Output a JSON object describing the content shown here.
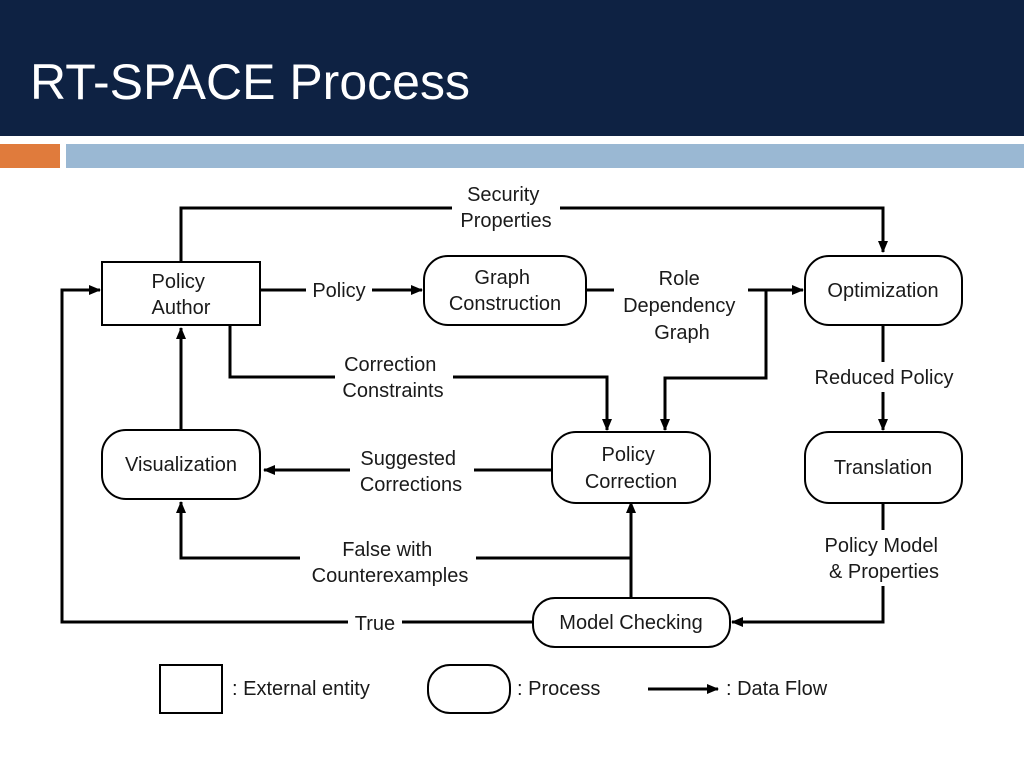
{
  "slide": {
    "title": "RT-SPACE Process",
    "colors": {
      "header": "#0e2243",
      "accent_orange": "#e07b3c",
      "accent_blue": "#9ab8d3"
    }
  },
  "diagram": {
    "nodes": {
      "policy_author": [
        "Policy",
        "Author"
      ],
      "graph_construction": [
        "Graph",
        "Construction"
      ],
      "optimization": [
        "Optimization"
      ],
      "visualization": [
        "Visualization"
      ],
      "policy_correction": [
        "Policy",
        "Correction"
      ],
      "translation": [
        "Translation"
      ],
      "model_checking": [
        "Model Checking"
      ]
    },
    "flow_labels": {
      "security_properties": [
        "Security",
        "Properties"
      ],
      "policy": "Policy",
      "role_dependency_graph": [
        "Role",
        "Dependency",
        "Graph"
      ],
      "correction_constraints": [
        "Correction",
        "Constraints"
      ],
      "reduced_policy": "Reduced Policy",
      "suggested_corrections": [
        "Suggested",
        "Corrections"
      ],
      "false_with_counterexamples": [
        "False with",
        "Counterexamples"
      ],
      "policy_model_properties": [
        "Policy Model",
        "& Properties"
      ],
      "true": "True"
    },
    "legend": {
      "external_entity": ": External entity",
      "process": ": Process",
      "data_flow": ": Data Flow"
    }
  }
}
